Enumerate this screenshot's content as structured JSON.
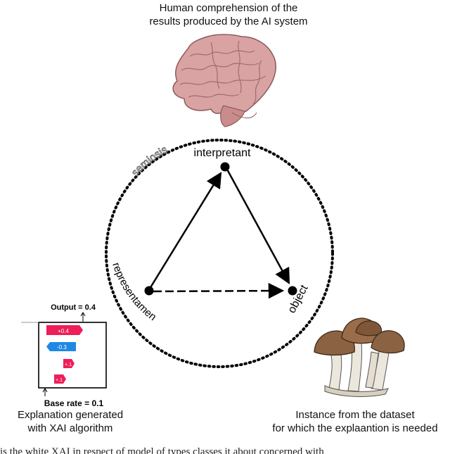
{
  "captions": {
    "top_line1": "Human comprehension of the",
    "top_line2": "results produced by the AI system",
    "left_line1": "Explanation generated",
    "left_line2": "with XAI algorithm",
    "right_line1": "Instance from the dataset",
    "right_line2": "for which the explaantion is needed"
  },
  "triangle": {
    "circle_label": "semiosis",
    "top_node": "interpretant",
    "left_node": "representamen",
    "right_node": "object"
  },
  "xai_plot": {
    "output_label": "Output = 0.4",
    "base_label": "Base rate = 0.1",
    "bars": [
      {
        "label": "+0.4",
        "value": 0.4,
        "color": "#ee1e58"
      },
      {
        "label": "-0.3",
        "value": -0.3,
        "color": "#1e88e5"
      },
      {
        "label": "+.1",
        "value": 0.1,
        "color": "#ee1e58"
      },
      {
        "label": "+.1",
        "value": 0.1,
        "color": "#ee1e58"
      }
    ]
  },
  "footer_text": "is the white XAI in respect of model of types classes it about concerned with"
}
